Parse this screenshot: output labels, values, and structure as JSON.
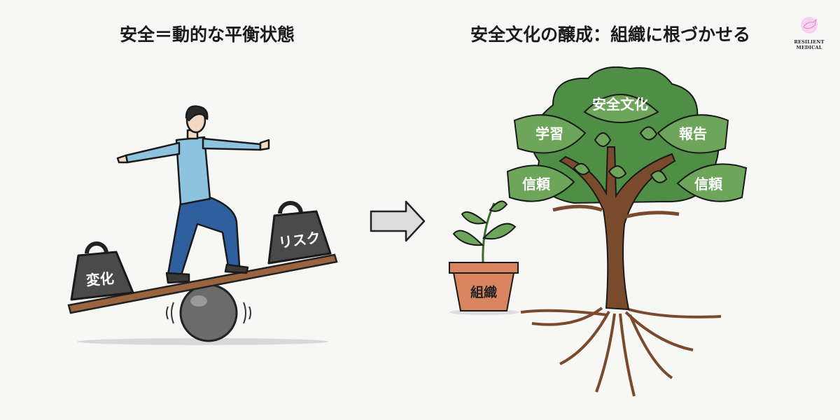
{
  "left_panel": {
    "title": "安全＝動的な平衡状態",
    "weights": {
      "left": "変化",
      "right": "リスク"
    }
  },
  "right_panel": {
    "title": "安全文化の醸成：組織に根づかせる",
    "pot_label": "組織",
    "leaves": {
      "top": "安全文化",
      "upper_left": "学習",
      "upper_right": "報告",
      "lower_left": "信頼",
      "lower_right": "信頼"
    }
  },
  "logo": {
    "name": "RESILIENT MEDICAL"
  },
  "colors": {
    "leaf": "#6da65a",
    "canopy": "#4f8f45",
    "trunk": "#7a4a2c",
    "pot": "#d98560",
    "weight": "#4a4a4a",
    "shirt": "#8ec3df",
    "pants": "#2f5f9e"
  }
}
